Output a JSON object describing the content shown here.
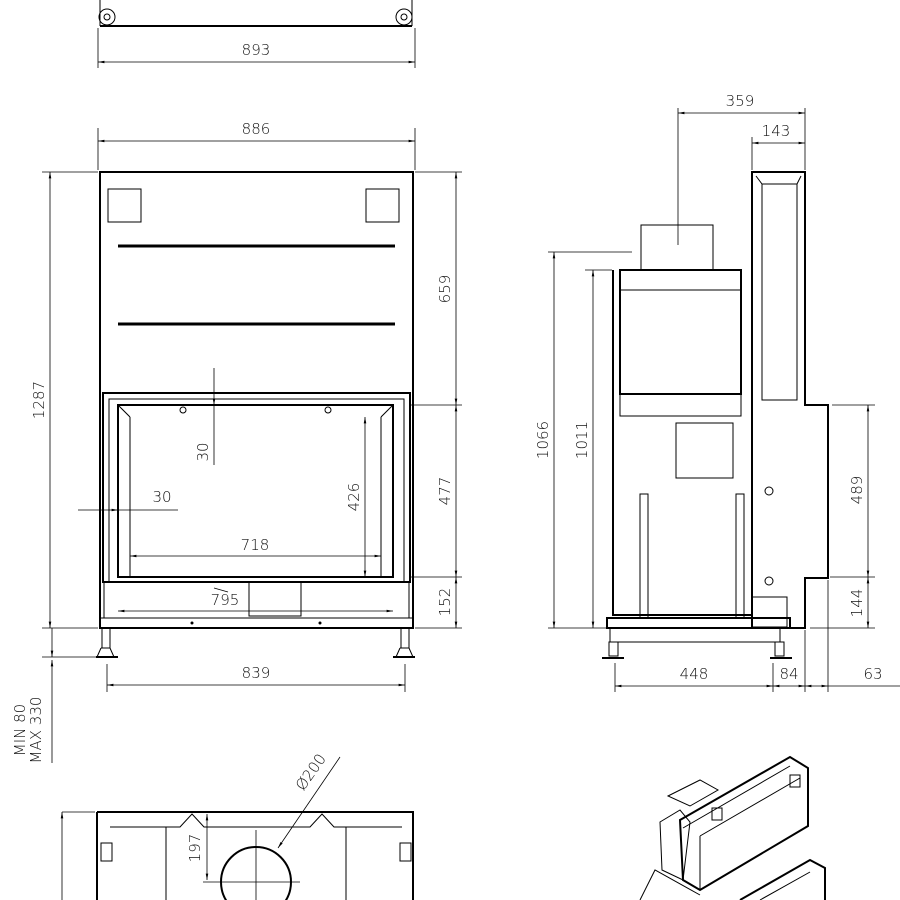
{
  "drawing": {
    "top_view_width": "893",
    "front": {
      "width_overall": "886",
      "height_overall": "1287",
      "upper_height": "659",
      "opening_height": "477",
      "base_height": "152",
      "inset_top": "30",
      "inset_side": "30",
      "glass_height": "426",
      "glass_width": "718",
      "opening_width": "795",
      "feet_spacing": "839",
      "leg_min": "MIN 80",
      "leg_max": "MAX 330"
    },
    "side": {
      "flue_offset": "359",
      "front_panel_depth": "143",
      "height_to_flue": "1066",
      "body_height": "1011",
      "rear_opening_height": "489",
      "rear_base_height": "144",
      "body_depth": "448",
      "frame_depth": "84",
      "rear_depth": "63"
    },
    "plan": {
      "flue_diameter": "Ø200",
      "flue_offset": "197"
    }
  }
}
